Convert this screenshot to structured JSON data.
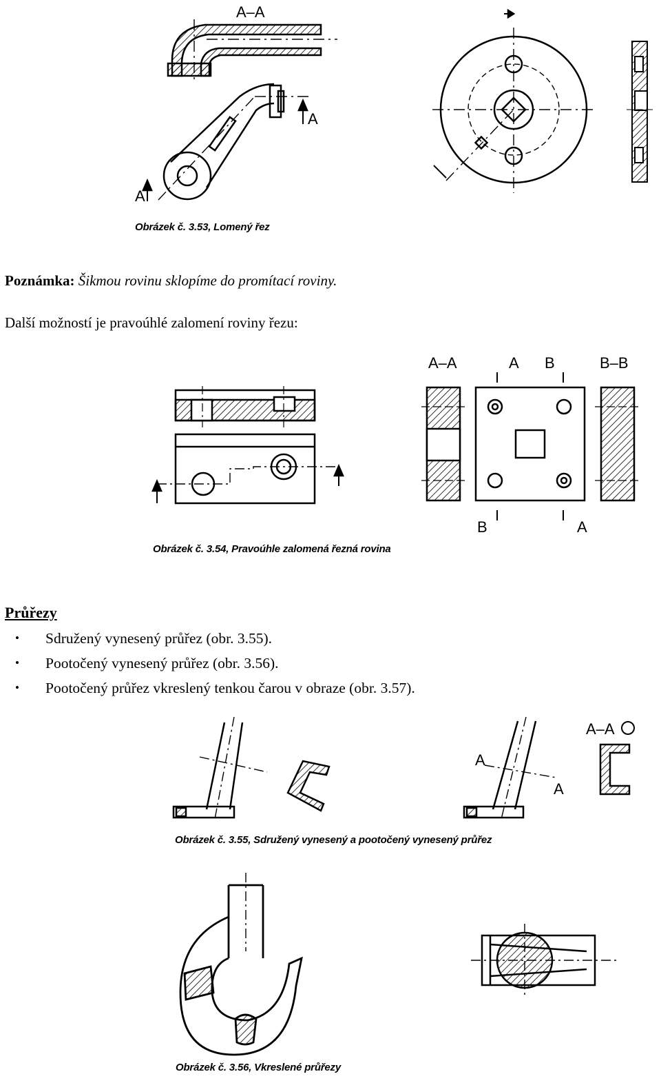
{
  "figures": {
    "fig353": {
      "caption": "Obrázek č. 3.53, Lomený řez",
      "labels": {
        "section": "A–A",
        "cut_top": "A",
        "cut_bottom": "A"
      }
    },
    "fig354": {
      "caption": "Obrázek č. 3.54, Pravoúhle zalomená řezná rovina",
      "labels": {
        "sec_a": "A–A",
        "sec_b": "B–B",
        "a": "A",
        "b": "B"
      }
    },
    "fig355": {
      "caption": "Obrázek č. 3.55, Sdružený vynesený a pootočený vynesený průřez",
      "labels": {
        "section": "A–A",
        "a": "A"
      }
    },
    "fig356": {
      "caption": "Obrázek č. 3.56, Vkreslené průřezy"
    }
  },
  "note": {
    "label": "Poznámka:",
    "text": "Šikmou rovinu sklopíme do promítací roviny."
  },
  "paragraph": "Další možností je pravoúhlé zalomení roviny řezu:",
  "section": {
    "heading": "Průřezy",
    "bullets": [
      "Sdružený vynesený průřez (obr. 3.55).",
      "Pootočený vynesený průřez (obr. 3.56).",
      "Pootočený průřez vkreslený tenkou čarou v obraze (obr. 3.57)."
    ]
  }
}
